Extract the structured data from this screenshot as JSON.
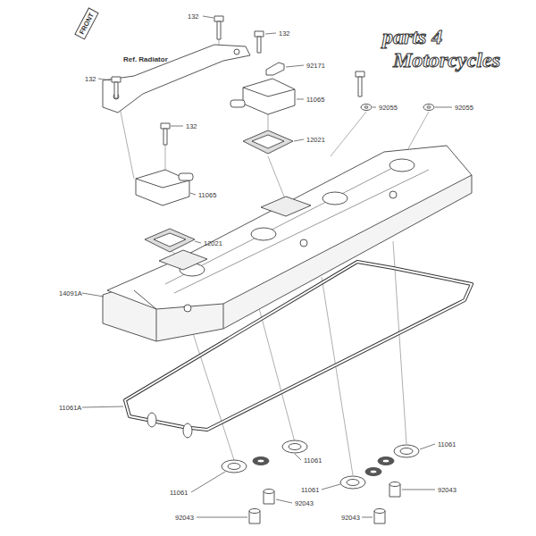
{
  "diagram": {
    "labels": [
      "FRONT",
      "132",
      "132",
      "Ref. Radiator",
      "92171",
      "132",
      "11065",
      "92055",
      "92055",
      "132",
      "12021",
      "11065",
      "12021",
      "14091A",
      "11061A",
      "11061",
      "11061",
      "11061",
      "11061",
      "92043",
      "92043",
      "92043",
      "92043",
      "parts 4",
      "Motorcycles"
    ]
  }
}
